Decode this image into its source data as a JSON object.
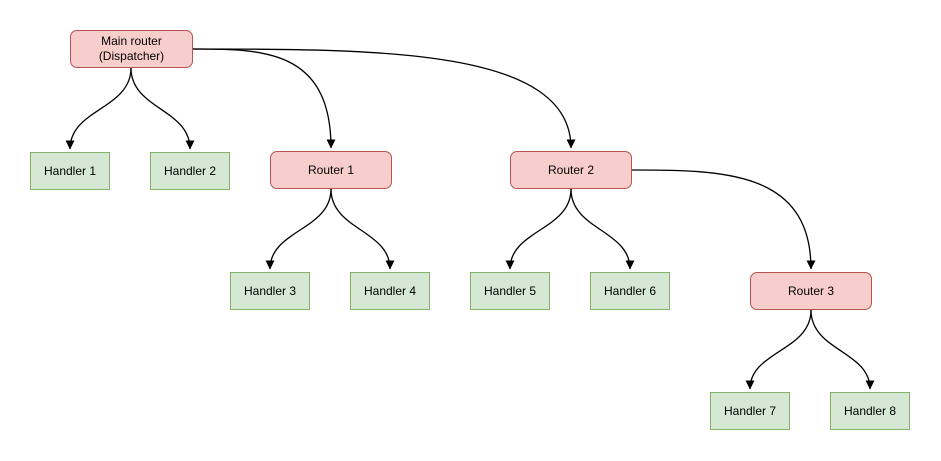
{
  "diagram": {
    "type": "tree",
    "colors": {
      "router_fill": "#f8cecc",
      "router_stroke": "#b85450",
      "handler_fill": "#d5e8d4",
      "handler_stroke": "#82b366",
      "edge_stroke": "#000000",
      "background": "#ffffff"
    },
    "nodes": {
      "main": {
        "line1": "Main router",
        "line2": "(Dispatcher)",
        "kind": "router"
      },
      "handler1": {
        "label": "Handler 1",
        "kind": "handler"
      },
      "handler2": {
        "label": "Handler 2",
        "kind": "handler"
      },
      "router1": {
        "label": "Router 1",
        "kind": "router"
      },
      "router2": {
        "label": "Router 2",
        "kind": "router"
      },
      "handler3": {
        "label": "Handler 3",
        "kind": "handler"
      },
      "handler4": {
        "label": "Handler 4",
        "kind": "handler"
      },
      "handler5": {
        "label": "Handler 5",
        "kind": "handler"
      },
      "handler6": {
        "label": "Handler 6",
        "kind": "handler"
      },
      "router3": {
        "label": "Router 3",
        "kind": "router"
      },
      "handler7": {
        "label": "Handler 7",
        "kind": "handler"
      },
      "handler8": {
        "label": "Handler 8",
        "kind": "handler"
      }
    },
    "edges": [
      {
        "from": "Main router (Dispatcher)",
        "to": "Handler 1"
      },
      {
        "from": "Main router (Dispatcher)",
        "to": "Handler 2"
      },
      {
        "from": "Main router (Dispatcher)",
        "to": "Router 1"
      },
      {
        "from": "Main router (Dispatcher)",
        "to": "Router 2"
      },
      {
        "from": "Router 1",
        "to": "Handler 3"
      },
      {
        "from": "Router 1",
        "to": "Handler 4"
      },
      {
        "from": "Router 2",
        "to": "Handler 5"
      },
      {
        "from": "Router 2",
        "to": "Handler 6"
      },
      {
        "from": "Router 2",
        "to": "Router 3"
      },
      {
        "from": "Router 3",
        "to": "Handler 7"
      },
      {
        "from": "Router 3",
        "to": "Handler 8"
      }
    ]
  }
}
